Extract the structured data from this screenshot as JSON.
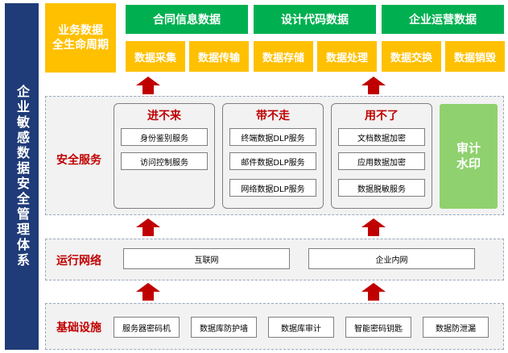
{
  "sidebar": {
    "title": "企业敏感数据安全管理体系"
  },
  "lifecycle": {
    "label": "业务数据\n全生命周期"
  },
  "categories": [
    "合同信息数据",
    "设计代码数据",
    "企业运营数据"
  ],
  "stages": [
    "数据采集",
    "数据传输",
    "数据存储",
    "数据处理",
    "数据交换",
    "数据销毁"
  ],
  "security": {
    "label": "安全服务",
    "groups": [
      {
        "title": "进不来",
        "items": [
          "身份鉴别服务",
          "访问控制服务"
        ]
      },
      {
        "title": "带不走",
        "items": [
          "终端数据DLP服务",
          "邮件数据DLP服务",
          "网络数据DLP服务"
        ]
      },
      {
        "title": "用不了",
        "items": [
          "文档数据加密",
          "应用数据加密",
          "数据脱敏服务"
        ]
      }
    ],
    "watermark": "审计\n水印"
  },
  "network": {
    "label": "运行网络",
    "items": [
      "互联网",
      "企业内网"
    ]
  },
  "infrastructure": {
    "label": "基础设施",
    "items": [
      "服务器密码机",
      "数据库防护墙",
      "数据库审计",
      "智能密码钥匙",
      "数据防泄漏"
    ]
  },
  "colors": {
    "navy": "#1f3c78",
    "yellow": "#ffc000",
    "green": "#00b050",
    "red": "#c00000",
    "light_green": "#8fd16e"
  }
}
